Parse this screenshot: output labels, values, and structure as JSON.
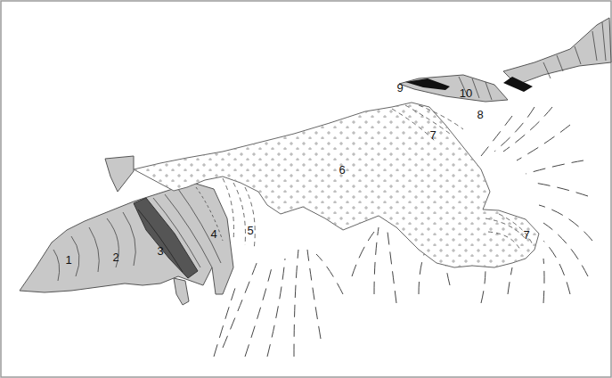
{
  "diagram": {
    "labels": [
      "1",
      "2",
      "3",
      "4",
      "5",
      "6",
      "7",
      "8",
      "9",
      "10",
      "7"
    ]
  }
}
